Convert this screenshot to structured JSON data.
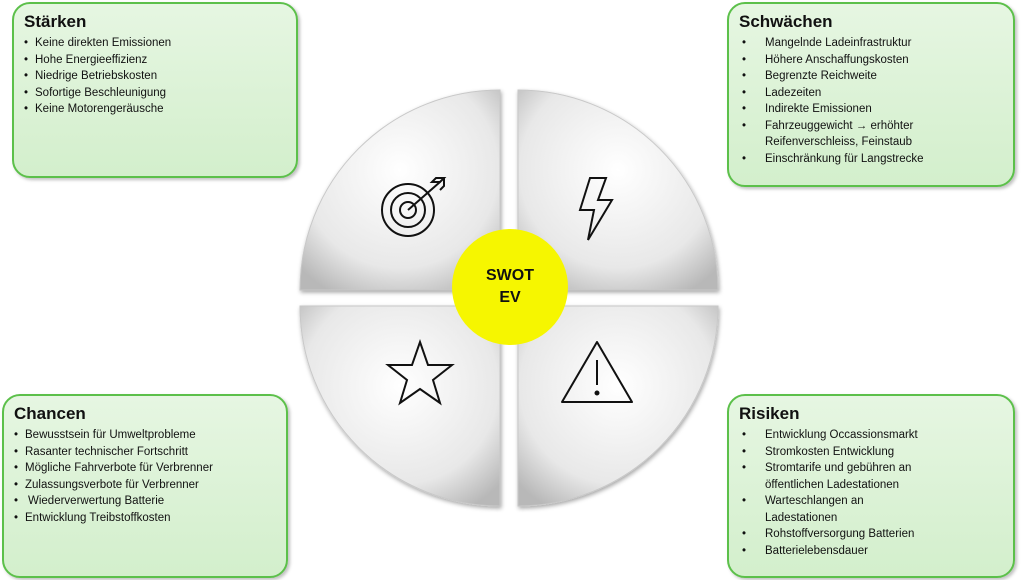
{
  "strengths": {
    "title": "Stärken",
    "items": [
      "Keine direkten Emissionen",
      "Hohe Energieeffizienz",
      "Niedrige Betriebskosten",
      "Sofortige Beschleunigung",
      "Keine Motorengeräusche"
    ]
  },
  "weaknesses": {
    "title": "Schwächen",
    "items": [
      "Mangelnde Ladeinfrastruktur",
      "Höhere Anschaffungskosten",
      "Begrenzte Reichweite",
      "Ladezeiten",
      "Indirekte Emissionen",
      "Fahrzeuggewicht → erhöhter Reifenverschleiss, Feinstaub",
      "Einschränkung für Langstrecke"
    ]
  },
  "opportunities": {
    "title": "Chancen",
    "items": [
      "Bewusstsein für Umweltprobleme",
      "Rasanter technischer Fortschritt",
      "Mögliche Fahrverbote für Verbrenner",
      "Zulassungsverbote für Verbrenner",
      "Wiederverwertung Batterie",
      "Entwicklung Treibstoffkosten"
    ]
  },
  "threats": {
    "title": "Risiken",
    "items": [
      "Entwicklung Occassionsmarkt",
      "Stromkosten Entwicklung",
      "Stromtarife und gebühren an öffentlichen Ladestationen",
      "Warteschlangen an Ladestationen",
      "Rohstoffversorgung Batterien",
      "Batterielebensdauer"
    ]
  },
  "center": {
    "line1": "SWOT",
    "line2": "EV"
  },
  "icons": [
    "target-icon",
    "lightning-icon",
    "star-icon",
    "warning-icon"
  ]
}
